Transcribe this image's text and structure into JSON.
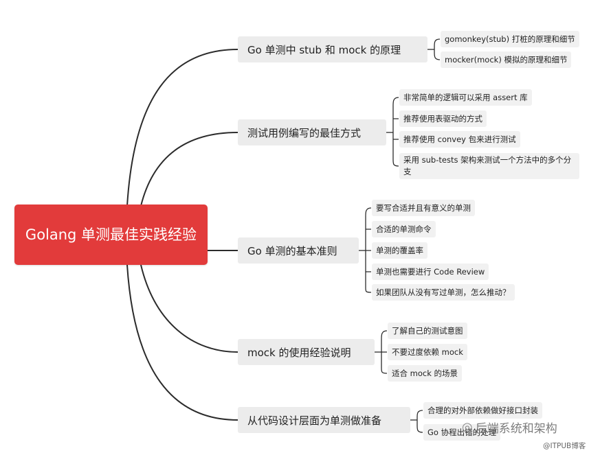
{
  "root": {
    "title": "Golang 单测最佳实践经验"
  },
  "branches": [
    {
      "label": "Go 单测中 stub 和 mock 的原理",
      "leaves": [
        "gomonkey(stub) 打桩的原理和细节",
        "mocker(mock) 模拟的原理和细节"
      ]
    },
    {
      "label": "测试用例编写的最佳方式",
      "leaves": [
        "非常简单的逻辑可以采用 assert 库",
        "推荐使用表驱动的方式",
        "推荐使用 convey 包来进行测试",
        "采用 sub-tests 架构来测试一个方法中的多个分支"
      ]
    },
    {
      "label": "Go 单测的基本准则",
      "leaves": [
        "要写合适并且有意义的单测",
        "合适的单测命令",
        "单测的覆盖率",
        "单测也需要进行 Code Review",
        "如果团队从没有写过单测，怎么推动？"
      ]
    },
    {
      "label": "mock 的使用经验说明",
      "leaves": [
        "了解自己的测试意图",
        "不要过度依赖 mock",
        "适合 mock 的场景"
      ]
    },
    {
      "label": "从代码设计层面为单测做准备",
      "leaves": [
        "合理的对外部依赖做好接口封装",
        "Go 协程出错的处理"
      ]
    }
  ],
  "watermark": {
    "brand": "后端系统和架构",
    "source": "@ITPUB博客",
    "icon": "wechat-icon"
  },
  "colors": {
    "root": "#e23b3b",
    "line": "#2b2b2b",
    "branch_bg": "#ececec",
    "leaf_bg": "#f1f1f1"
  }
}
